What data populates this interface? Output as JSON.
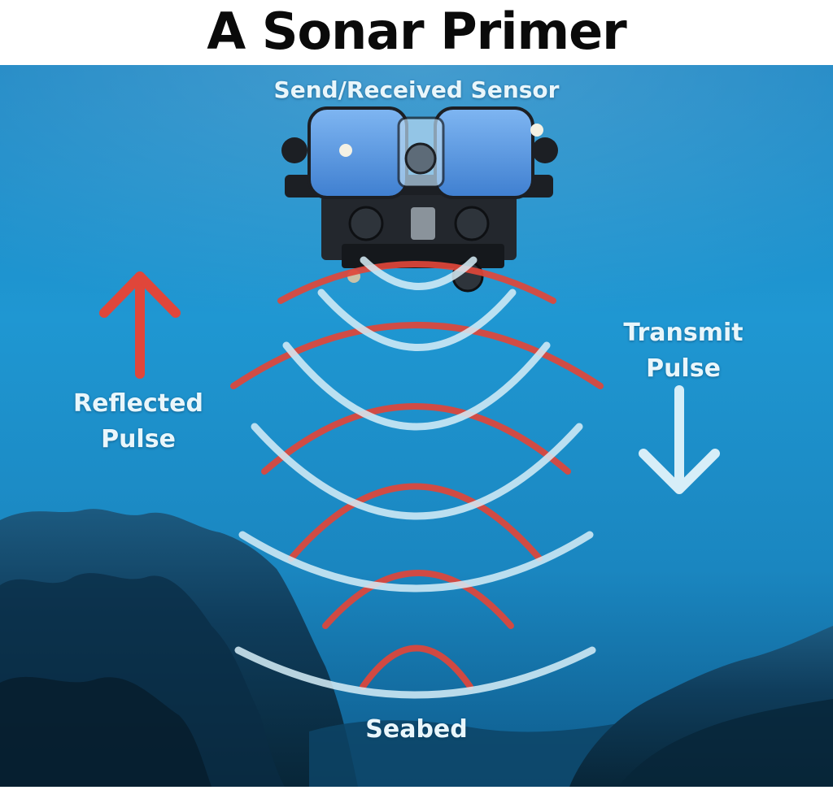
{
  "title": "A Sonar Primer",
  "labels": {
    "sensor": "Send/Received Sensor",
    "reflected_line1": "Reflected",
    "reflected_line2": "Pulse",
    "transmit_line1": "Transmit",
    "transmit_line2": "Pulse",
    "seabed": "Seabed"
  },
  "colors": {
    "water_top": "#1b86c4",
    "water_mid": "#1f97d2",
    "water_deep": "#0e5a8a",
    "reef": "#0c3550",
    "reflected": "#e0463a",
    "transmit": "#d7eef8",
    "rov_body": "#5a9be8",
    "rov_frame": "#1c1f24",
    "title_bg": "#ffffff",
    "title_text": "#0a0a0a"
  },
  "icons": {
    "up_arrow": "up-arrow-icon",
    "down_arrow": "down-arrow-icon",
    "rov": "rov-sensor-icon"
  }
}
